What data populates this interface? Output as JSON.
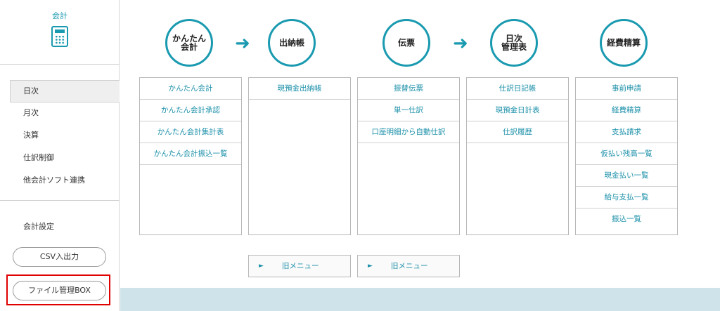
{
  "sidebar": {
    "brand_label": "会計",
    "nav": [
      "日次",
      "月次",
      "決算",
      "仕訳制御",
      "他会計ソフト連携"
    ],
    "settings_label": "会計設定",
    "csv_button": "CSV入出力",
    "box_button": "ファイル管理BOX"
  },
  "flow": {
    "circles": [
      "かんたん\n会計",
      "出納帳",
      "伝票",
      "日次\n管理表",
      "経費精算"
    ],
    "columns": [
      [
        "かんたん会計",
        "かんたん会計承認",
        "かんたん会計集計表",
        "かんたん会計振込一覧"
      ],
      [
        "現預金出納帳"
      ],
      [
        "振替伝票",
        "単一仕訳",
        "口座明細から自動仕訳"
      ],
      [
        "仕訳日記帳",
        "現預金日計表",
        "仕訳履歴"
      ],
      [
        "事前申請",
        "経費精算",
        "支払請求",
        "仮払い残高一覧",
        "現金払い一覧",
        "給与支払一覧",
        "振込一覧"
      ]
    ],
    "old_menu_label": "旧メニュー",
    "old_menu_arrow": "►"
  },
  "colors": {
    "accent": "#1a9ab0",
    "highlight": "#e00000",
    "band": "#cfe3ea"
  }
}
